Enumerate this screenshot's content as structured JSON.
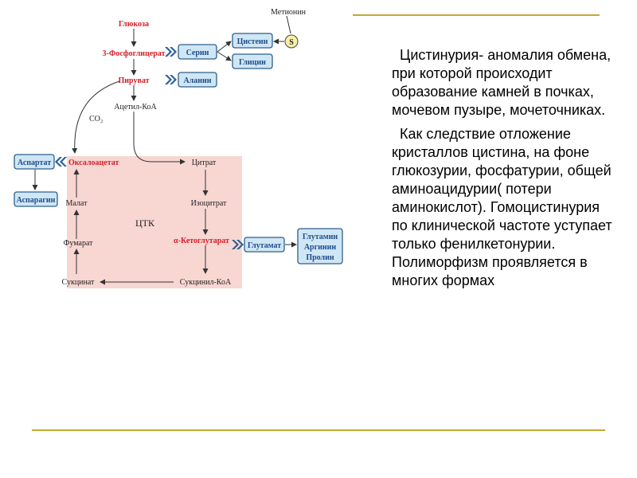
{
  "diagram": {
    "methionine": "Метионин",
    "glucose": "Глюкоза",
    "phosphoglycerate": "3-Фосфоглицерат",
    "pyruvate": "Пируват",
    "acetyl_coa": "Ацетил-КоА",
    "co2": "CO₂",
    "oxaloacetate": "Оксалоацетат",
    "citrate": "Цитрат",
    "isocitrate": "Изоцитрат",
    "alpha_ketoglutarate": "α-Кетоглутарат",
    "succinyl_coa": "Сукцинил-КоА",
    "succinate": "Сукцинат",
    "fumarate": "Фумарат",
    "malate": "Малат",
    "tca": "ЦТК",
    "serine": "Серин",
    "cysteine": "Цистеин",
    "glycine": "Глицин",
    "alanine": "Аланин",
    "aspartate": "Аспартат",
    "asparagine": "Аспарагин",
    "glutamate": "Глутамат",
    "glutamine": "Глутамин",
    "arginine": "Аргинин",
    "proline": "Пролин",
    "sulfur": "S"
  },
  "text": {
    "paragraph1": "Цистинурия-  аномалия обмена, при которой происходит образование камней в почках, мочевом пузыре, мочеточниках.",
    "paragraph2": "Как следствие отложение кристаллов цистина, на фоне глюкозурии, фосфатурии, общей аминоацидурии( потери аминокислот). Гомоцистинурия по клинической частоте уступает только фенилкетонурии. Полиморфизм проявляется в многих формах"
  },
  "colors": {
    "rule": "#c8a832",
    "tca_background": "#f8d6d2",
    "metabolite_red": "#d4202a",
    "amino_box": "#cfe6f5"
  }
}
